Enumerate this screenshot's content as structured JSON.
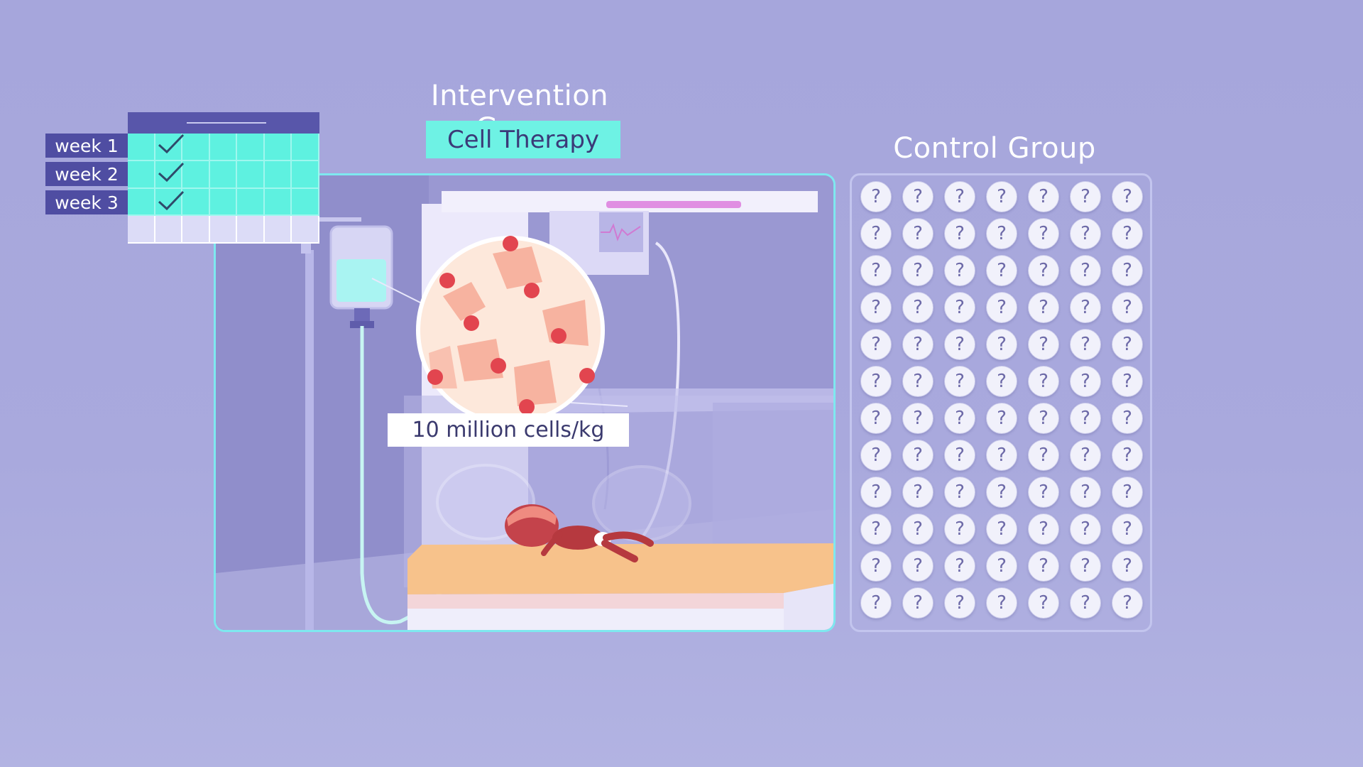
{
  "intervention": {
    "title": "Intervention Group",
    "badge": "Cell Therapy",
    "dose_label": "10 million cells/kg"
  },
  "control": {
    "title": "Control Group",
    "question_mark": "?",
    "rows": 12,
    "columns": 7
  },
  "schedule": {
    "weeks": [
      "week 1",
      "week 2",
      "week 3"
    ],
    "checked_weeks": 3
  },
  "colors": {
    "background": "#a8a8dc",
    "accent_teal": "#6ef2e4",
    "label_purple": "#4f4da2"
  }
}
